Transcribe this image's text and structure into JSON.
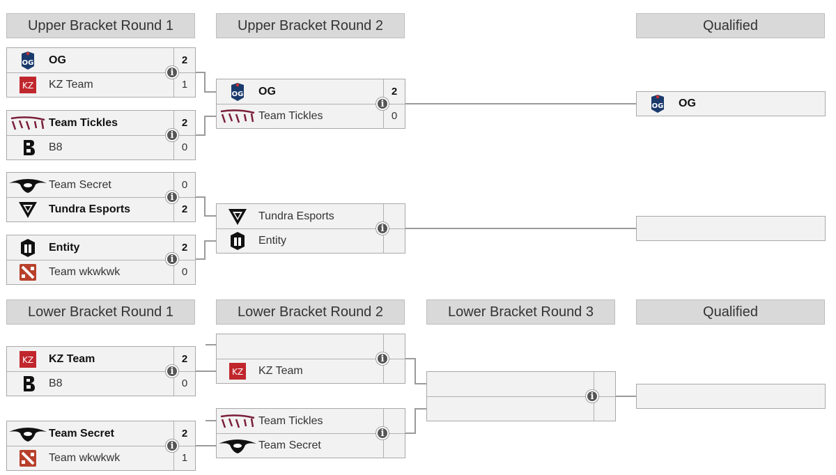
{
  "headers": {
    "ub_r1": "Upper Bracket Round 1",
    "ub_r2": "Upper Bracket Round 2",
    "ub_qual": "Qualified",
    "lb_r1": "Lower Bracket Round 1",
    "lb_r2": "Lower Bracket Round 2",
    "lb_r3": "Lower Bracket Round 3",
    "lb_qual": "Qualified"
  },
  "ub_r1": [
    {
      "top": {
        "name": "OG",
        "score": "2",
        "logo": "og-logo"
      },
      "bot": {
        "name": "KZ Team",
        "score": "1",
        "logo": "kz-logo"
      }
    },
    {
      "top": {
        "name": "Team Tickles",
        "score": "2",
        "logo": "tickles-logo"
      },
      "bot": {
        "name": "B8",
        "score": "0",
        "logo": "b8-logo"
      }
    },
    {
      "top": {
        "name": "Team Secret",
        "score": "0",
        "logo": "secret-logo"
      },
      "bot": {
        "name": "Tundra Esports",
        "score": "2",
        "logo": "tundra-logo"
      }
    },
    {
      "top": {
        "name": "Entity",
        "score": "2",
        "logo": "entity-logo"
      },
      "bot": {
        "name": "Team wkwkwk",
        "score": "0",
        "logo": "dota-logo"
      }
    }
  ],
  "ub_r2": [
    {
      "top": {
        "name": "OG",
        "score": "2",
        "logo": "og-logo"
      },
      "bot": {
        "name": "Team Tickles",
        "score": "0",
        "logo": "tickles-logo"
      }
    },
    {
      "top": {
        "name": "Tundra Esports",
        "score": "",
        "logo": "tundra-logo"
      },
      "bot": {
        "name": "Entity",
        "score": "",
        "logo": "entity-logo"
      }
    }
  ],
  "ub_qualified": [
    {
      "name": "OG",
      "logo": "og-logo"
    },
    {
      "name": "",
      "logo": ""
    }
  ],
  "lb_r1": [
    {
      "top": {
        "name": "KZ Team",
        "score": "2",
        "logo": "kz-logo"
      },
      "bot": {
        "name": "B8",
        "score": "0",
        "logo": "b8-logo"
      }
    },
    {
      "top": {
        "name": "Team Secret",
        "score": "2",
        "logo": "secret-logo"
      },
      "bot": {
        "name": "Team wkwkwk",
        "score": "1",
        "logo": "dota-logo"
      }
    }
  ],
  "lb_r2": [
    {
      "top": {
        "name": "",
        "score": "",
        "logo": ""
      },
      "bot": {
        "name": "KZ Team",
        "score": "",
        "logo": "kz-logo"
      }
    },
    {
      "top": {
        "name": "Team Tickles",
        "score": "",
        "logo": "tickles-logo"
      },
      "bot": {
        "name": "Team Secret",
        "score": "",
        "logo": "secret-logo"
      }
    }
  ],
  "lb_r3": [
    {
      "top": {
        "name": "",
        "score": "",
        "logo": ""
      },
      "bot": {
        "name": "",
        "score": "",
        "logo": ""
      }
    }
  ],
  "lb_qualified": [
    {
      "name": "",
      "logo": ""
    }
  ],
  "info_glyph": "i",
  "colors": {
    "header_bg": "#d9d9d9",
    "cell_bg": "#f2f2f2",
    "border": "#a8a8a8",
    "line": "#9a9a9a"
  }
}
